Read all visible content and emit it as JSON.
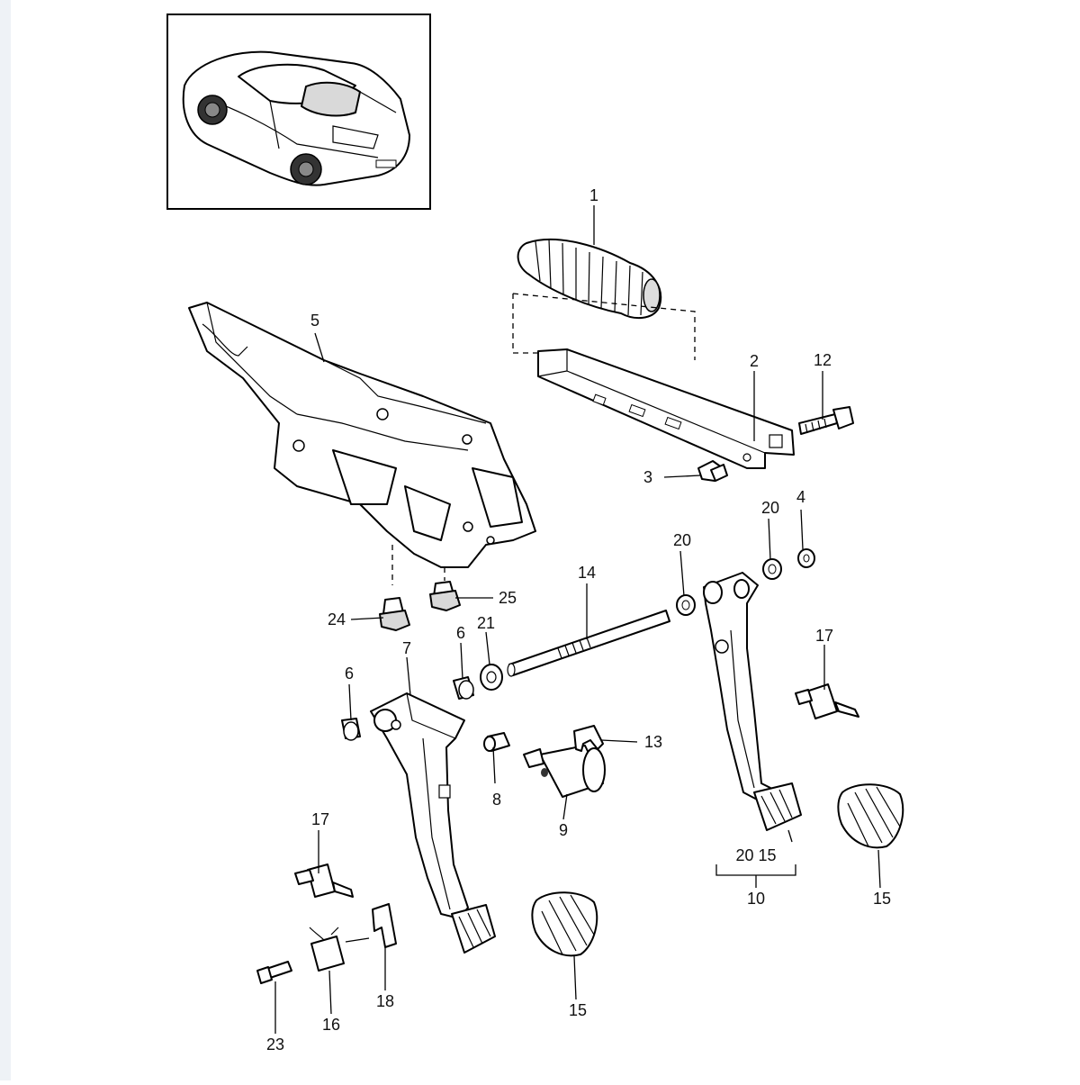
{
  "diagram": {
    "callouts": {
      "c1": "1",
      "c2": "2",
      "c3": "3",
      "c4": "4",
      "c5": "5",
      "c6a": "6",
      "c6b": "6",
      "c7": "7",
      "c8": "8",
      "c9": "9",
      "c10": "10",
      "c10_group": "20 15",
      "c12": "12",
      "c13": "13",
      "c14": "14",
      "c15a": "15",
      "c15b": "15",
      "c16": "16",
      "c17a": "17",
      "c17b": "17",
      "c18": "18",
      "c20a": "20",
      "c20b": "20",
      "c21": "21",
      "c23": "23",
      "c24": "24",
      "c25": "25"
    },
    "colors": {
      "line": "#000000",
      "fill": "#ffffff",
      "frame_border": "#000000",
      "left_edge": "#e8eef4"
    }
  }
}
